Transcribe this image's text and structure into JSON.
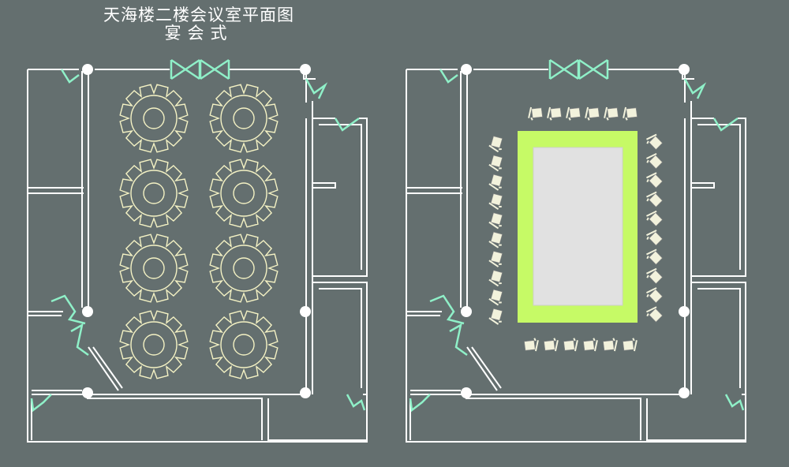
{
  "title": {
    "line1": "天海楼二楼会议室平面图",
    "line2": "宴会式"
  },
  "colors": {
    "background": "#646f6f",
    "wall": "#ffffff",
    "door": "#8ff0c8",
    "banquet_table": "#f4f2c4",
    "conference_table_frame": "#c6fa66",
    "conference_table_top": "#e1e1e1",
    "chair": "#f2f2dc"
  },
  "plans": [
    {
      "layout": "banquet",
      "round_tables": 8
    },
    {
      "layout": "conference",
      "top_chairs": 6,
      "bottom_chairs": 6,
      "left_chairs": 10,
      "right_chairs": 10
    }
  ]
}
